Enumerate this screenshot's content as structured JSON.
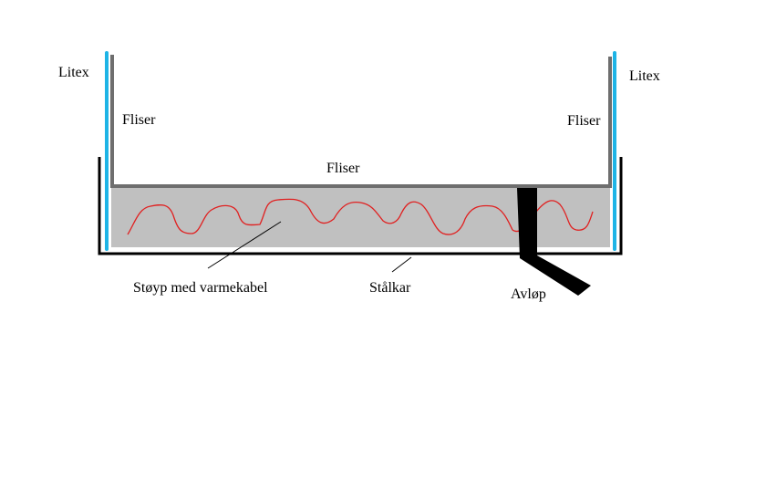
{
  "diagram": {
    "labels": {
      "litex_left": "Litex",
      "litex_right": "Litex",
      "fliser_left_wall": "Fliser",
      "fliser_right_wall": "Fliser",
      "fliser_floor": "Fliser",
      "stoyp": "Støyp med varmekabel",
      "stalkar": "Stålkar",
      "avlop": "Avløp"
    },
    "colors": {
      "background": "#ffffff",
      "steel_tray": "#000000",
      "litex_membrane": "#1eb4e6",
      "tile_layer": "#6e6e6e",
      "screed_fill": "#c0c0c0",
      "heating_cable": "#e02020",
      "drain": "#000000",
      "leader_lines": "#000000",
      "text": "#000000"
    }
  }
}
